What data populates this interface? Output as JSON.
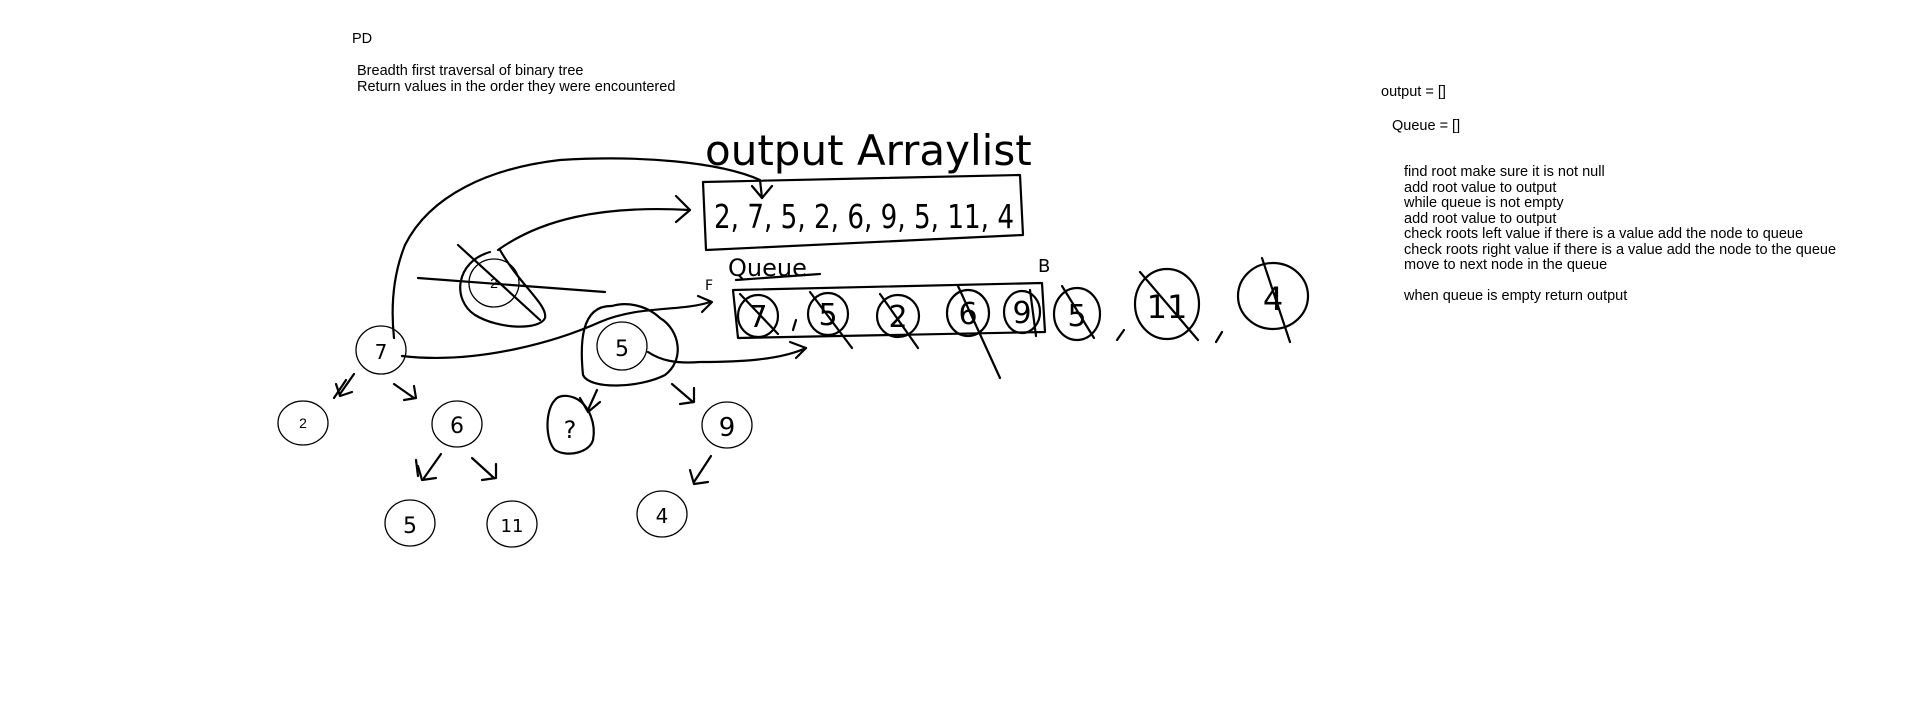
{
  "header": {
    "code": "PD",
    "problem_lines": [
      "Breadth first traversal of binary tree",
      "Return values in the order they were encountered"
    ]
  },
  "state": {
    "output": "output = []",
    "queue": "Queue = []"
  },
  "algorithm": {
    "steps": [
      "find root make sure it is not null",
      "add root value to output",
      "while queue is not empty",
      "add root value to output",
      "check roots left value if there is a value add the node to queue",
      "check roots right value if there is a value add the node to the queue",
      "move to next node in the queue"
    ],
    "final": "when queue is empty return output"
  },
  "sketch": {
    "output_label": "output Arraylist",
    "output_values": "2, 7, 5, 2, 6, 9, 5, 11, 4",
    "queue_label": "Queue",
    "front_marker": "F",
    "back_marker": "B",
    "queue_items": [
      "7",
      "5",
      "2",
      "6",
      "9",
      "5",
      "11",
      "4"
    ],
    "tree_nodes": {
      "root": "2",
      "left": "7",
      "right": "5",
      "left_left": "2",
      "left_right": "6",
      "right_left": "?",
      "right_right": "9",
      "lr_left": "5",
      "lr_right": "11",
      "rr_left": "4"
    }
  }
}
